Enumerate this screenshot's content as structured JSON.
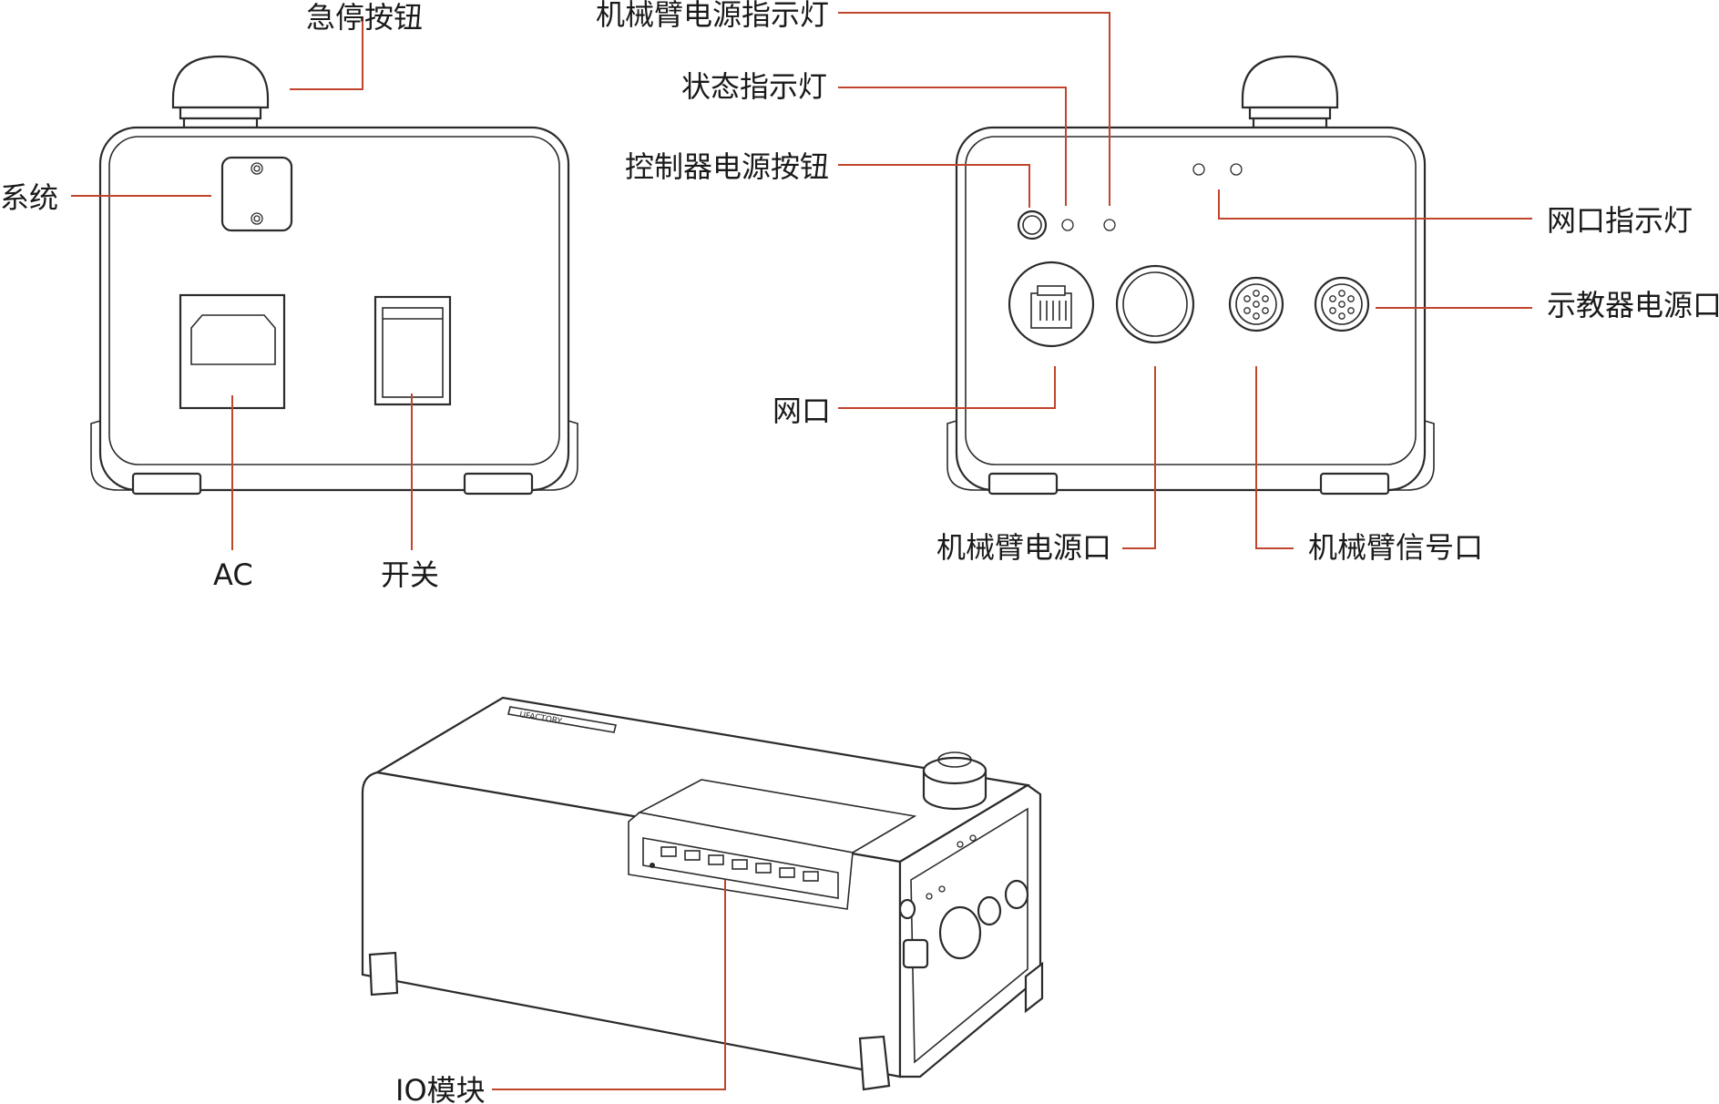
{
  "labels": {
    "emergency_stop": "急停按钮",
    "system": "系统",
    "ac": "AC",
    "switch": "开关",
    "arm_power_indicator": "机械臂电源指示灯",
    "status_indicator": "状态指示灯",
    "controller_power_button": "控制器电源按钮",
    "network_indicator": "网口指示灯",
    "pendant_power_port": "示教器电源口",
    "network_port": "网口",
    "arm_power_port": "机械臂电源口",
    "arm_signal_port": "机械臂信号口",
    "io_module": "IO模块"
  },
  "device_logo": "UFACTORY",
  "colors": {
    "leader_line": "#c0452d",
    "outline": "#2b2b2b",
    "text": "#1a1a1a"
  }
}
